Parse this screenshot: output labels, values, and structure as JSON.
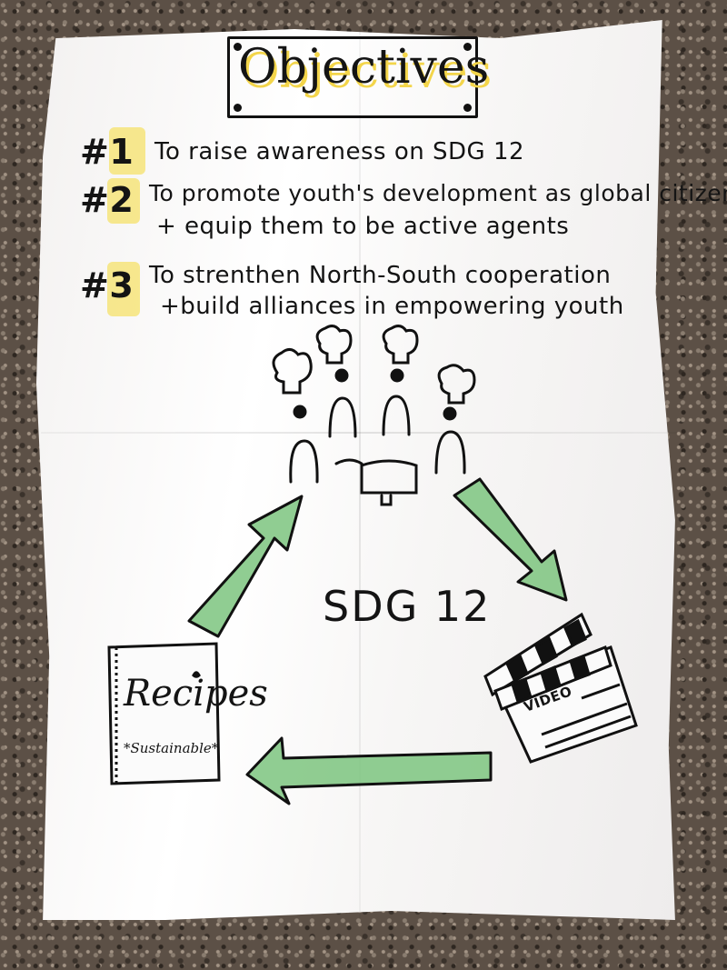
{
  "poster": {
    "title": "Objectives",
    "objectives": [
      {
        "number": "#1",
        "text": "To raise awareness on SDG 12",
        "continuation": ""
      },
      {
        "number": "#2",
        "text": "To promote youth's development as global citizens",
        "continuation": "+ equip them to be active agents"
      },
      {
        "number": "#3",
        "text": "To strenthen North-South cooperation",
        "continuation": "+build alliances in empowering youth"
      }
    ],
    "center_label": "SDG 12",
    "book": {
      "title": "Recipes",
      "subtitle": "*Sustainable*"
    },
    "clapperboard_label": "VIDEO"
  },
  "colors": {
    "marker_yellow": "#f3d54a",
    "arrow_green": "#7cc47f",
    "ink": "#141414",
    "paper": "#f7f6f5"
  },
  "icons": [
    "chef-hat-icon",
    "book-icon",
    "clapperboard-icon",
    "cooking-pot-icon",
    "arrow-icon"
  ]
}
